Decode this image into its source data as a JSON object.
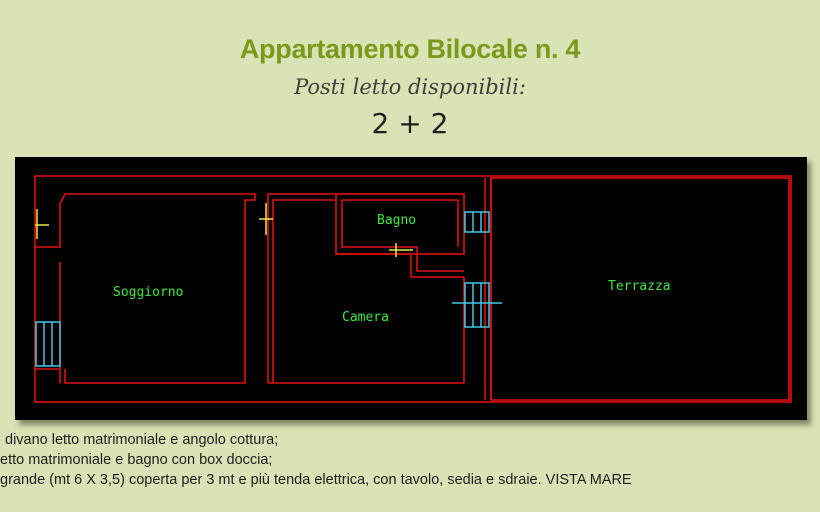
{
  "header": {
    "title": "Appartamento Bilocale n. 4",
    "subtitle": "Posti letto disponibili:",
    "beds": "2 + 2"
  },
  "floorplan": {
    "colors": {
      "background": "#000000",
      "walls": "#e01010",
      "doors": "#e8e84a",
      "windows": "#40c8e8",
      "labels": "#3de83d"
    },
    "rooms": [
      {
        "id": "soggiorno",
        "label": "Soggiorno"
      },
      {
        "id": "camera",
        "label": "Camera"
      },
      {
        "id": "bagno",
        "label": "Bagno"
      },
      {
        "id": "terrazza",
        "label": "Terrazza"
      }
    ]
  },
  "description": {
    "lines": [
      "divano letto matrimoniale e angolo cottura;",
      "etto matrimoniale e bagno con box doccia;",
      "grande (mt 6 X 3,5) coperta per 3 mt e più tenda elettrica, con tavolo, sedia e sdraie. VISTA MARE"
    ]
  }
}
